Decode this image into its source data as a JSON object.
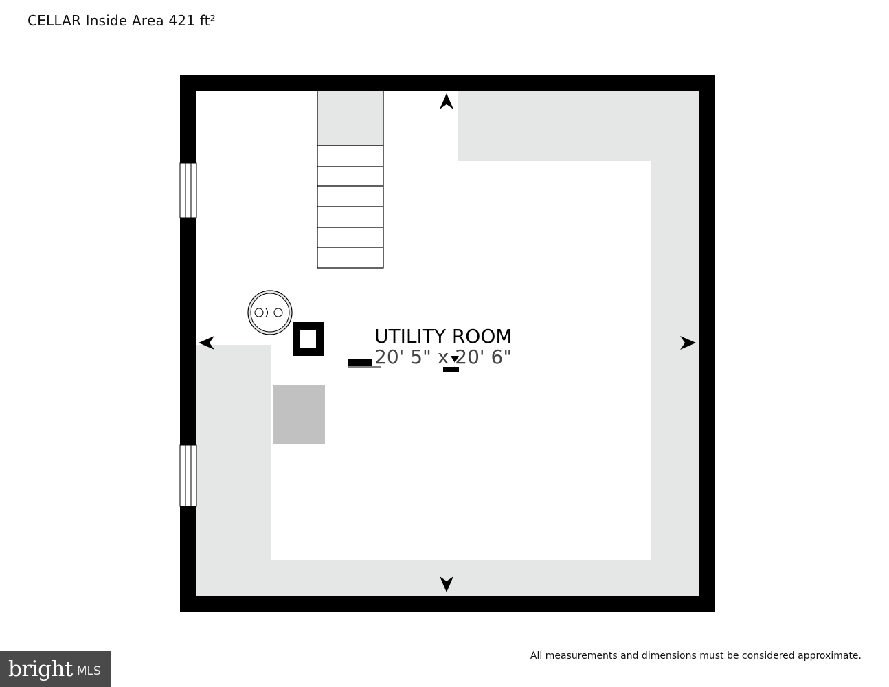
{
  "header": {
    "title": "CELLAR Inside Area 421 ft²"
  },
  "room": {
    "name": "UTILITY ROOM",
    "dimensions": "20' 5\" x 20' 6\""
  },
  "footer": {
    "disclaimer": "All measurements and dimensions must be considered approximate."
  },
  "logo": {
    "brand": "bright",
    "suffix": "MLS"
  },
  "colors": {
    "wall": "#000000",
    "shaded_area": "#e5e6e6",
    "equipment": "#c1c1c1",
    "logo_bg": "#4a4a4a"
  },
  "icons": [
    "arrow-up-icon",
    "arrow-down-icon",
    "arrow-left-icon",
    "arrow-right-icon",
    "water-heater-icon",
    "staircase",
    "chimney-icon",
    "window-icon"
  ]
}
